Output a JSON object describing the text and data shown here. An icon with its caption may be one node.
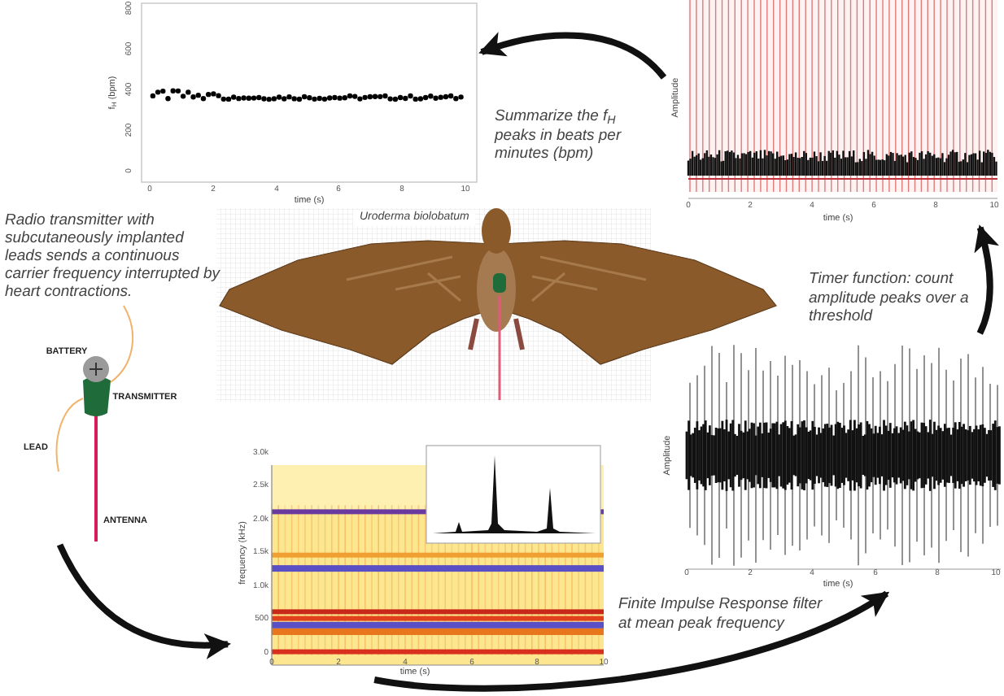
{
  "diagram": {
    "nodes": [
      {
        "text": [],
        "shape": "picture"
      },
      {
        "text": [],
        "shape": "picture"
      },
      {
        "text": [],
        "shape": "picture"
      },
      {
        "text": [],
        "shape": "picture"
      },
      {
        "text": [],
        "shape": "picture"
      },
      {
        "text": [
          "Uroderma biolobatum"
        ]
      }
    ],
    "edges": [
      {
        "from": 0,
        "to": 1,
        "arrow": "to"
      },
      {
        "from": 1,
        "to": 2,
        "arrow": "to",
        "label": "Finite Impulse Response filter at mean peak frequency"
      },
      {
        "from": 2,
        "to": 3,
        "arrow": "to",
        "label": "Timer function: count amplitude peaks over a threshold"
      },
      {
        "from": 3,
        "to": 4,
        "arrow": "to",
        "label": "Summarize the f$_{H}$ peaks in beats per minutes (bpm)"
      }
    ],
    "labels": [
      "Radio transmitter with subcutaneously implanted leads sends a continuous carrier frequency interrupted by heart contractions.",
      "BATTERY",
      "TRANSMITTER",
      "LEAD",
      "ANTENNA",
      "f$_{H}$ (bpm)",
      "800",
      "600",
      "400",
      "200",
      "0",
      "0",
      "2",
      "4",
      "6",
      "8",
      "10",
      "time (s)",
      "Amplitude",
      "0",
      "2",
      "4",
      "6",
      "8",
      "10",
      "time (s)",
      "Amplitude",
      "0",
      "2",
      "4",
      "6",
      "8",
      "10",
      "time (s)",
      "frequency (kHz)",
      "3.0k",
      "2.5k",
      "2.0k",
      "1.5k",
      "1.0k",
      "500",
      "0",
      "0",
      "2",
      "4",
      "6",
      "8",
      "10",
      "time (s)"
    ]
  }
}
